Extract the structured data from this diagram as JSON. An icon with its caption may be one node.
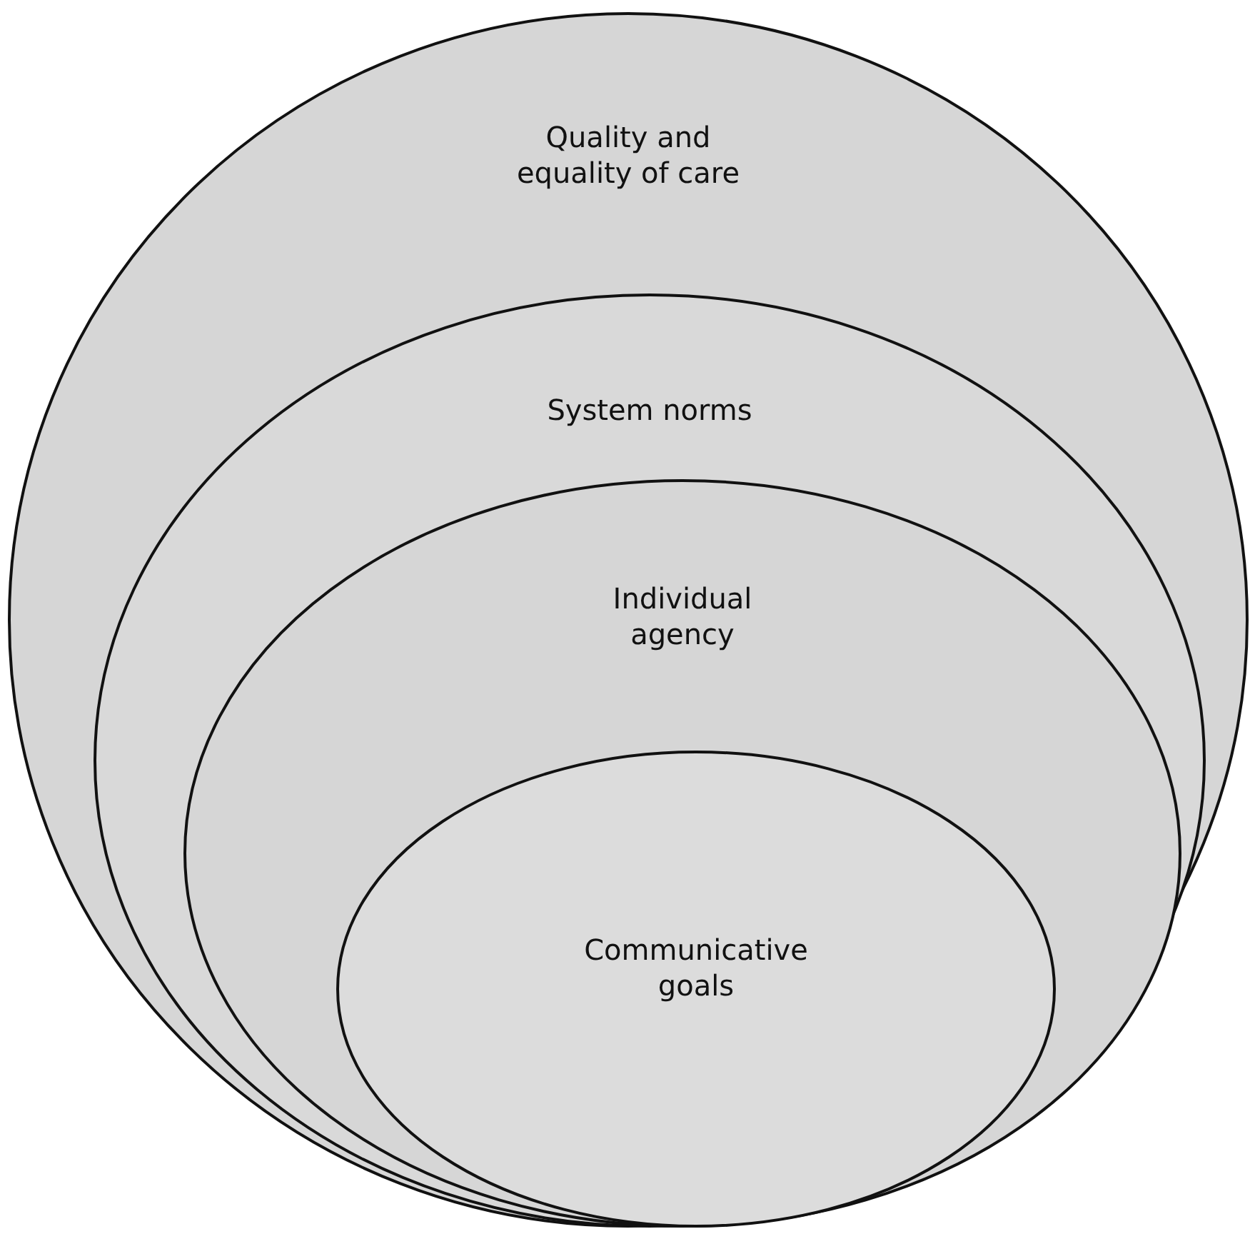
{
  "diagram": {
    "nodes": [
      {
        "text": [
          "Quality and equality of care"
        ]
      },
      {
        "text": [
          "System norms"
        ],
        "in": 0
      },
      {
        "text": [
          "Individual agency"
        ],
        "in": 1
      },
      {
        "text": [
          "Communicative goals"
        ],
        "in": 2
      }
    ]
  }
}
